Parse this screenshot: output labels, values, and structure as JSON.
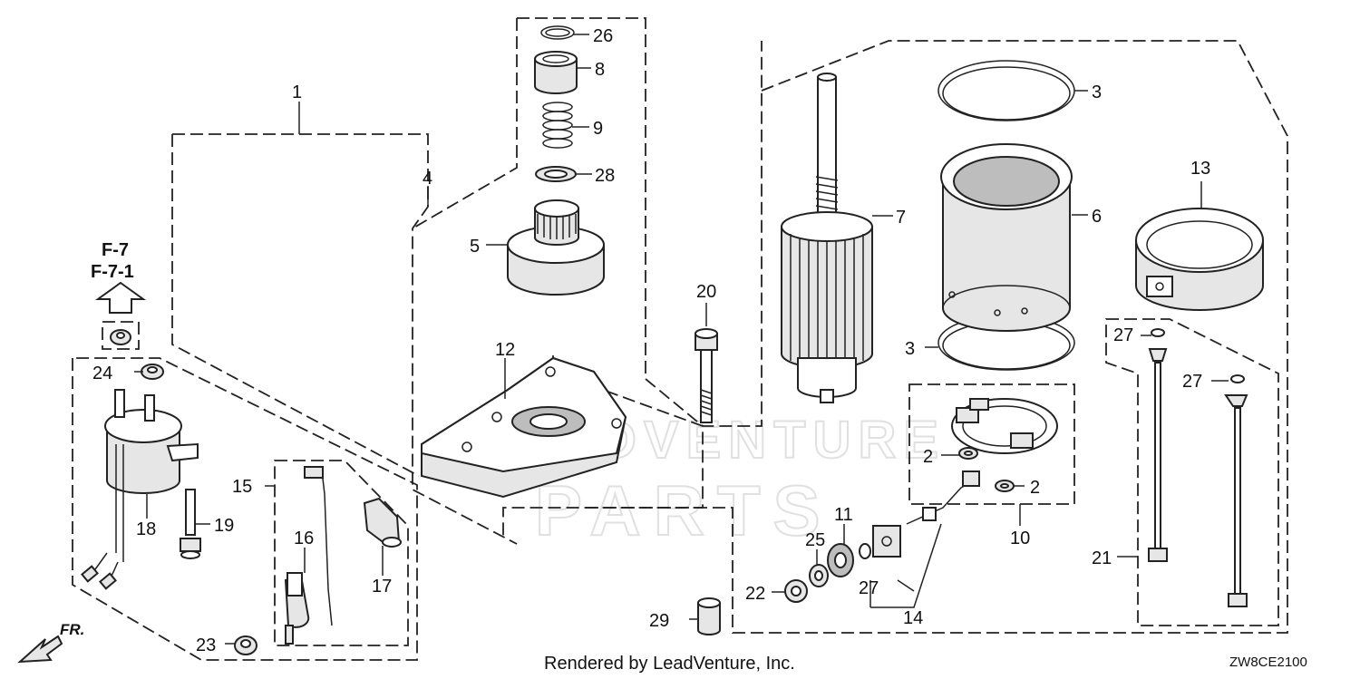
{
  "watermark": {
    "line1": "LEADVENTURE",
    "line2": "PARTS"
  },
  "ref_labels": [
    "F-7",
    "F-7-1"
  ],
  "front_label": "FR.",
  "footer_text": "Rendered by LeadVenture, Inc.",
  "diagram_code": "ZW8CE2100",
  "callouts": {
    "c1": "1",
    "c2a": "2",
    "c2b": "2",
    "c3a": "3",
    "c3b": "3",
    "c4": "4",
    "c5": "5",
    "c6": "6",
    "c7": "7",
    "c8": "8",
    "c9": "9",
    "c10": "10",
    "c11": "11",
    "c12": "12",
    "c13": "13",
    "c14": "14",
    "c15": "15",
    "c16": "16",
    "c17": "17",
    "c18": "18",
    "c19": "19",
    "c20": "20",
    "c21": "21",
    "c22": "22",
    "c23": "23",
    "c24": "24",
    "c25": "25",
    "c26": "26",
    "c27a": "27",
    "c27b": "27",
    "c27c": "27",
    "c28": "28",
    "c29": "29"
  }
}
